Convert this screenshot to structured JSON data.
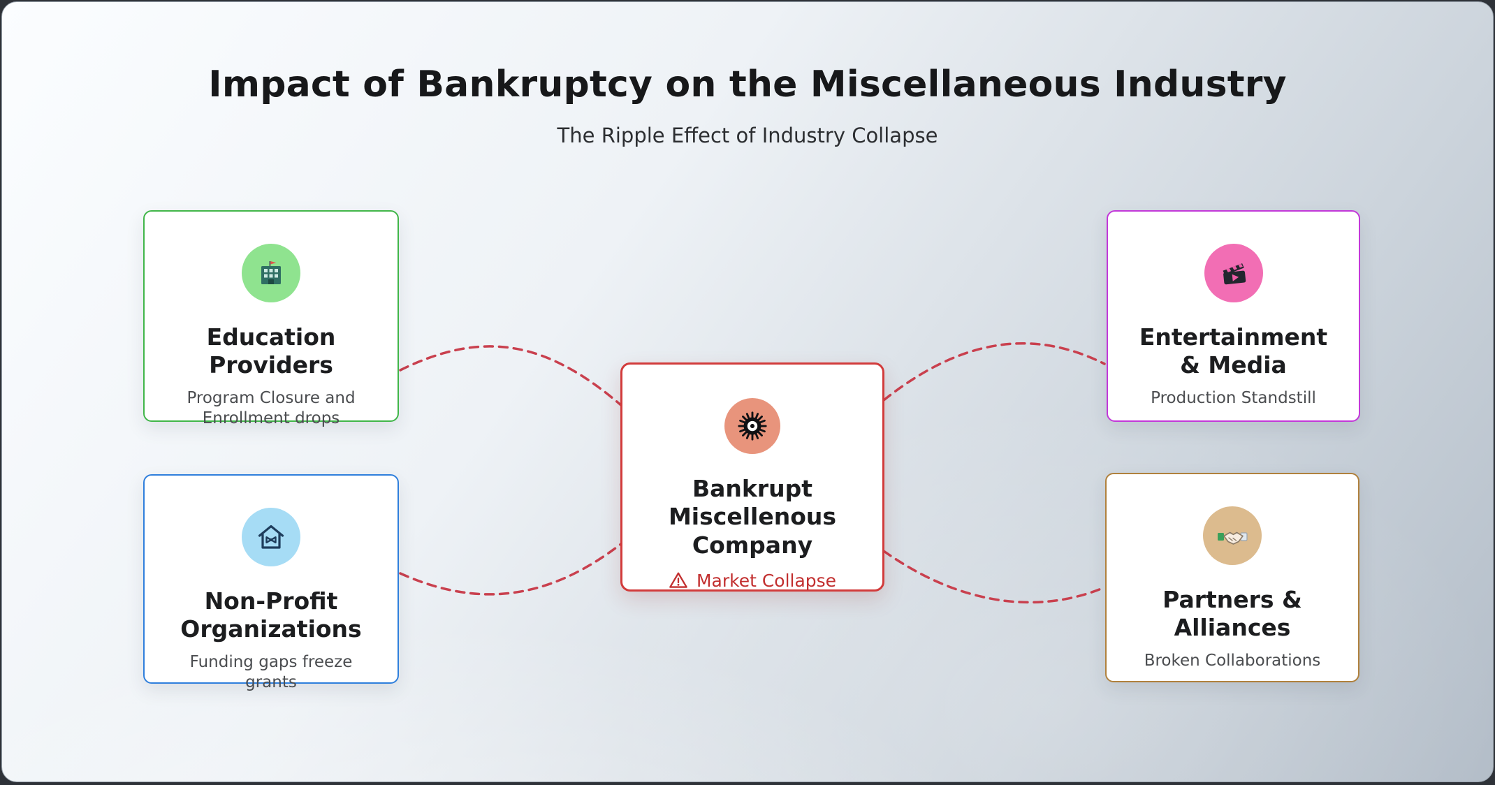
{
  "header": {
    "title": "Impact of Bankruptcy on the Miscellaneous Industry",
    "subtitle": "The Ripple Effect of Industry Collapse"
  },
  "center_node": {
    "title": "Bankrupt Miscellenous Company",
    "status_label": "Market Collapse",
    "icon": "gear-burst-icon",
    "border_color": "#d23b3b",
    "status_color": "#c22f2f",
    "icon_bg": "#e8947c"
  },
  "nodes": [
    {
      "id": "education-providers",
      "position": "top-left",
      "title": "Education Providers",
      "description": "Program Closure and Enrollment drops",
      "icon": "school-building-icon",
      "border_color": "#41b649",
      "icon_bg": "#8fe38f"
    },
    {
      "id": "non-profit-organizations",
      "position": "bottom-left",
      "title": "Non-Profit Organizations",
      "description": "Funding gaps freeze grants",
      "icon": "charity-house-icon",
      "border_color": "#2f7fdc",
      "icon_bg": "#a6dcf5"
    },
    {
      "id": "entertainment-media",
      "position": "top-right",
      "title": "Entertainment  & Media",
      "description": "Production Standstill",
      "icon": "clapperboard-icon",
      "border_color": "#c238d8",
      "icon_bg": "#f26eb4"
    },
    {
      "id": "partners-alliances",
      "position": "bottom-right",
      "title": "Partners & Alliances",
      "description": "Broken Collaborations",
      "icon": "handshake-icon",
      "border_color": "#b0813d",
      "icon_bg": "#dcbb8e"
    }
  ],
  "connectors": {
    "color": "#c9404e",
    "style": "dashed"
  }
}
